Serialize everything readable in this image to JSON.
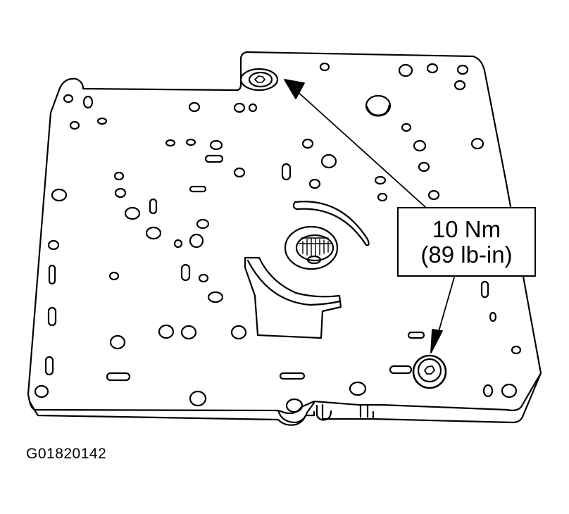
{
  "diagram": {
    "type": "technical-illustration",
    "subject": "valve body separator plate with two retaining bolts",
    "callout": {
      "line1": "10 Nm",
      "line2": "(89 lb-in)",
      "arrow_targets": [
        "upper-left-bolt",
        "lower-right-bolt"
      ]
    },
    "figure_id": "G01820142",
    "colors": {
      "line": "#000000",
      "background": "#ffffff"
    }
  }
}
